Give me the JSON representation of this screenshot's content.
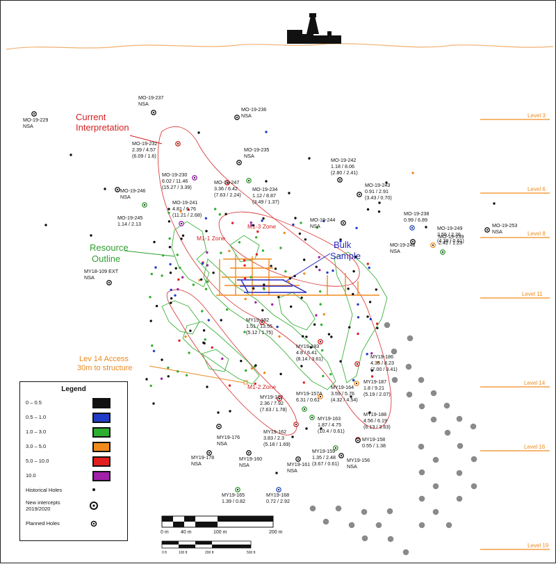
{
  "callouts": {
    "current_interpretation": [
      "Current",
      "Interpretation"
    ],
    "resource_outline": [
      "Resource",
      "Outline"
    ],
    "bulk_sample": [
      "Bulk",
      "Sample"
    ],
    "lev14_access": [
      "Lev 14 Access",
      "30m to structure"
    ]
  },
  "zones": {
    "m1_1": "M1-1 Zone",
    "m1_2": "M1-2 Zone",
    "m1_3": "M1-3 Zone"
  },
  "levels": [
    "Level 3",
    "Level 6",
    "Level 8",
    "Level 11",
    "Level 14",
    "Level 16",
    "Level 19"
  ],
  "holes": [
    {
      "name": "MO-19-229",
      "lines": [
        "NSA"
      ],
      "color": "#111111"
    },
    {
      "name": "MO-19-237",
      "lines": [
        "NSA"
      ],
      "color": "#111111"
    },
    {
      "name": "MO-19-236",
      "lines": [
        "NSA"
      ],
      "color": "#111111"
    },
    {
      "name": "MO-19-232",
      "lines": [
        "2.39 / 4.57",
        "(6.09 / 1.6)"
      ],
      "color": "#d32020"
    },
    {
      "name": "MO-19-235",
      "lines": [
        "NSA"
      ],
      "color": "#111111"
    },
    {
      "name": "MO-19-230",
      "lines": [
        "6.02 / 11.46",
        "(15.27 / 3.39)"
      ],
      "color": "#9b1fb0"
    },
    {
      "name": "MO-19-247",
      "lines": [
        "3.36 / 6.42",
        "(7.63 / 2.24)"
      ],
      "color": "#d32020"
    },
    {
      "name": "MO-19-234",
      "lines": [
        "1.12 / 8.87",
        "(3.49 / 1.37)"
      ],
      "color": "#2f9e2f"
    },
    {
      "name": "MO-19-242",
      "lines": [
        "1.18 / 8.06",
        "(2.80 / 2.41)"
      ],
      "color": "#111111"
    },
    {
      "name": "MO-19-243",
      "lines": [
        "0.91 / 2.91",
        "(3.43 / 0.70)"
      ],
      "color": "#111111"
    },
    {
      "name": "MO-19-246",
      "lines": [
        "NSA"
      ],
      "color": "#111111"
    },
    {
      "name": "MO-19-241",
      "lines": [
        "4.81 / 6.76",
        "(11.21 / 2.68)"
      ],
      "color": "#9b1fb0"
    },
    {
      "name": "MO-19-245",
      "lines": [
        "1.14 / 2.13"
      ],
      "color": "#2f9e2f"
    },
    {
      "name": "MO-19-244",
      "lines": [
        "NSA"
      ],
      "color": "#111111"
    },
    {
      "name": "MO-19-238",
      "lines": [
        "0.99 / 6.89"
      ],
      "color": "#2a55c0"
    },
    {
      "name": "MO-19-249",
      "lines": [
        "2.55 / 2.26",
        "(4.38 / 0.61)"
      ],
      "color": "#f08a1c"
    },
    {
      "name": "MO-19-253",
      "lines": [
        "NSA"
      ],
      "color": "#111111"
    },
    {
      "name": "MO-19-248",
      "lines": [
        "NSA"
      ],
      "color": "#111111"
    },
    {
      "name": "MO-19-239",
      "lines": [
        "2.42 / 1.23"
      ],
      "color": "#2f9e2f"
    },
    {
      "name": "MY18-109 EXT",
      "lines": [
        "NSA"
      ],
      "color": "#111111"
    },
    {
      "name": "MY19-182",
      "lines": [
        "1.51 / 13.55",
        "(5.12 / 1.75)"
      ],
      "color": "#d32020"
    },
    {
      "name": "MY19-183",
      "lines": [
        "4.8 / 6.41",
        "(8.14 / 3.61)"
      ],
      "color": "#d32020"
    },
    {
      "name": "MY19-186",
      "lines": [
        "4.35 / 8.23",
        "(7.00 / 3.41)"
      ],
      "color": "#d32020"
    },
    {
      "name": "MY19-187",
      "lines": [
        "1.8 / 9.21",
        "(5.19 / 2.07)"
      ],
      "color": "#f08a1c"
    },
    {
      "name": "MY19-164",
      "lines": [
        "3.59 / 5.76",
        "(4.32 / 4.54)"
      ],
      "color": "#f08a1c"
    },
    {
      "name": "MY19-157A",
      "lines": [
        "6.31 / 0.61"
      ],
      "color": "#2f9e2f"
    },
    {
      "name": "MY19-172",
      "lines": [
        "2.36 / 7.92",
        "(7.63 / 1.78)"
      ],
      "color": "#d32020"
    },
    {
      "name": "MY19-163",
      "lines": [
        "1.87 / 4.75",
        "(10.4 / 0.61)"
      ],
      "color": "#2f9e2f"
    },
    {
      "name": "MY19-188",
      "lines": [
        "4.56 / 6.19",
        "(6.13 / 3.63)"
      ],
      "color": "#d32020"
    },
    {
      "name": "MY19-162",
      "lines": [
        "3.83 / 2.3",
        "(5.18 / 1.69)"
      ],
      "color": "#d32020"
    },
    {
      "name": "MY19-176",
      "lines": [
        "NSA"
      ],
      "color": "#111111"
    },
    {
      "name": "MY19-158",
      "lines": [
        "0.55 / 1.38"
      ],
      "color": "#111111"
    },
    {
      "name": "MY19-159",
      "lines": [
        "1.35 / 2.48",
        "(3.67 / 0.61)"
      ],
      "color": "#2f9e2f"
    },
    {
      "name": "MY19-178",
      "lines": [
        "NSA"
      ],
      "color": "#111111"
    },
    {
      "name": "MY19-160",
      "lines": [
        "NSA"
      ],
      "color": "#111111"
    },
    {
      "name": "MY19-161",
      "lines": [
        "NSA"
      ],
      "color": "#111111"
    },
    {
      "name": "MY19-156",
      "lines": [
        "NSA"
      ],
      "color": "#111111"
    },
    {
      "name": "MY19-165",
      "lines": [
        "1.39 / 0.82"
      ],
      "color": "#2f9e2f"
    },
    {
      "name": "MY19-168",
      "lines": [
        "0.72 / 2.92"
      ],
      "color": "#2a55c0"
    }
  ],
  "legend": {
    "title": "Legend",
    "ranges": [
      {
        "label": "0 – 0.5",
        "color": "#111111"
      },
      {
        "label": "0.5 – 1.0",
        "color": "#1f3cc8"
      },
      {
        "label": "1.0 – 3.0",
        "color": "#2fae2f"
      },
      {
        "label": "3.0 – 5.0",
        "color": "#f08a1c"
      },
      {
        "label": "5.0 – 10.0",
        "color": "#e31e1e"
      },
      {
        "label": "10.0",
        "color": "#a020a8"
      }
    ],
    "historical": "Historical Holes",
    "new_intercepts": [
      "New intercepts",
      "2019/2020"
    ],
    "planned": "Planned Holes"
  },
  "scale": {
    "metric": [
      "0 m",
      "40 m",
      "100 m",
      "200 m"
    ],
    "imperial": [
      "0 ft",
      "100 ft",
      "200 ft",
      "500 ft"
    ]
  },
  "colors": {
    "interpretation": "#d94040",
    "resource": "#3cb03c",
    "bulk": "#2a2ac0",
    "access": "#e88a20",
    "level": "#f08a1c",
    "surface": "#f0b070"
  }
}
